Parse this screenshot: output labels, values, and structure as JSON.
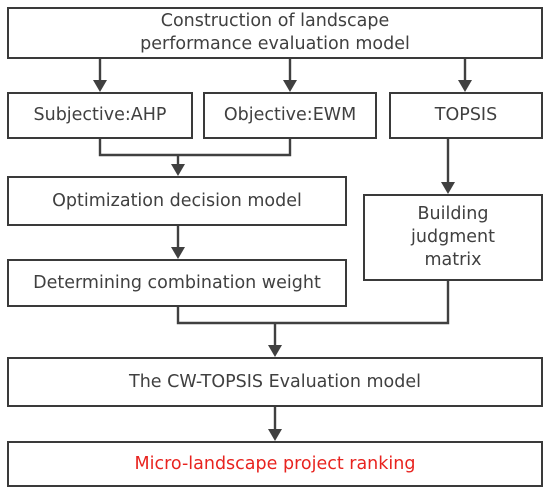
{
  "diagram": {
    "nodes": [
      {
        "id": "construction",
        "lines": [
          "Construction of landscape",
          "performance evaluation model"
        ]
      },
      {
        "id": "subjective-ahp",
        "lines": [
          "Subjective:AHP"
        ]
      },
      {
        "id": "objective-ewm",
        "lines": [
          "Objective:EWM"
        ]
      },
      {
        "id": "topsis",
        "lines": [
          "TOPSIS"
        ]
      },
      {
        "id": "optimization-decision-model",
        "lines": [
          "Optimization decision model"
        ]
      },
      {
        "id": "determining-combination-weight",
        "lines": [
          "Determining combination weight"
        ]
      },
      {
        "id": "building-judgment-matrix",
        "lines": [
          "Building",
          "judgment",
          "matrix"
        ]
      },
      {
        "id": "cw-topsis-model",
        "lines": [
          "The CW-TOPSIS Evaluation model"
        ]
      },
      {
        "id": "project-ranking",
        "lines": [
          "Micro-landscape project ranking"
        ]
      }
    ],
    "edges": [
      {
        "from": "construction",
        "to": "subjective-ahp"
      },
      {
        "from": "construction",
        "to": "objective-ewm"
      },
      {
        "from": "construction",
        "to": "topsis"
      },
      {
        "from": [
          "subjective-ahp",
          "objective-ewm"
        ],
        "to": "optimization-decision-model"
      },
      {
        "from": "optimization-decision-model",
        "to": "determining-combination-weight"
      },
      {
        "from": "topsis",
        "to": "building-judgment-matrix"
      },
      {
        "from": [
          "determining-combination-weight",
          "building-judgment-matrix"
        ],
        "to": "cw-topsis-model"
      },
      {
        "from": "cw-topsis-model",
        "to": "project-ranking"
      }
    ],
    "colors": {
      "border": "#3a3a3a",
      "text": "#404040",
      "arrow": "#404040",
      "highlight_text": "#e8231f"
    }
  }
}
